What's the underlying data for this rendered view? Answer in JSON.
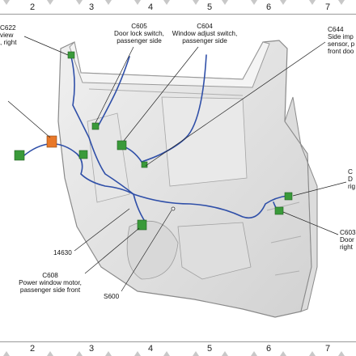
{
  "grid": {
    "columns": [
      "2",
      "3",
      "4",
      "5",
      "6",
      "7"
    ]
  },
  "labels": {
    "c622": {
      "id": "C622",
      "line1": "view",
      "line2": ", right"
    },
    "c605": {
      "id": "C605",
      "line1": "Door lock switch,",
      "line2": "passenger side"
    },
    "c604": {
      "id": "C604",
      "line1": "Window adjust switch,",
      "line2": "passenger side"
    },
    "c644": {
      "id": "C644",
      "line1": "Side imp",
      "line2": "sensor, p",
      "line3": "front doo"
    },
    "c6_right": {
      "id": "C",
      "line1": "D",
      "line2": "rig"
    },
    "c603": {
      "id": "C603",
      "line1": "Door",
      "line2": "right"
    },
    "s14630": {
      "id": "14630"
    },
    "c608": {
      "id": "C608",
      "line1": "Power window motor,",
      "line2": "passenger side front"
    },
    "s600": {
      "id": "S600"
    }
  },
  "colors": {
    "connector": "#3a9a3a",
    "harness": "#2f4fa8",
    "orange_connector": "#e8782a",
    "panel": "#e4e4e4",
    "panel_edge": "#8a8a8a"
  }
}
